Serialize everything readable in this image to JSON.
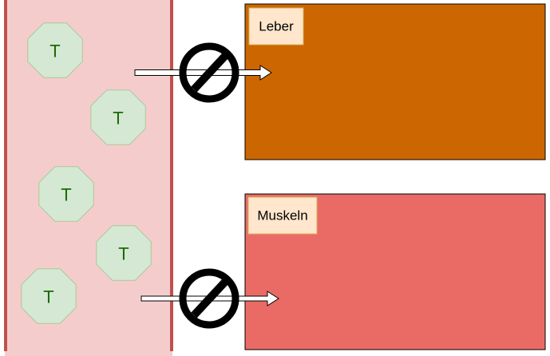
{
  "colors": {
    "vessel_fill": "#f5cccc",
    "vessel_wall": "#c0504d",
    "node_fill": "#d5e8d4",
    "node_stroke": "#a9c99a",
    "node_text": "#1a6b00",
    "liver": "#cc6600",
    "muscle": "#ea6b66",
    "label_fill": "#ffe6cc",
    "label_stroke": "#d6b656",
    "block": "#000000",
    "arrow_fill": "#ffffff",
    "arrow_stroke": "#000000"
  },
  "transporter_nodes": [
    {
      "label": "T"
    },
    {
      "label": "T"
    },
    {
      "label": "T"
    },
    {
      "label": "T"
    },
    {
      "label": "T"
    }
  ],
  "organs": {
    "liver": {
      "label": "Leber"
    },
    "muscle": {
      "label": "Muskeln"
    }
  },
  "blocked_arrows": [
    {
      "target": "liver",
      "icon": "no-entry-icon"
    },
    {
      "target": "muscle",
      "icon": "no-entry-icon"
    }
  ]
}
